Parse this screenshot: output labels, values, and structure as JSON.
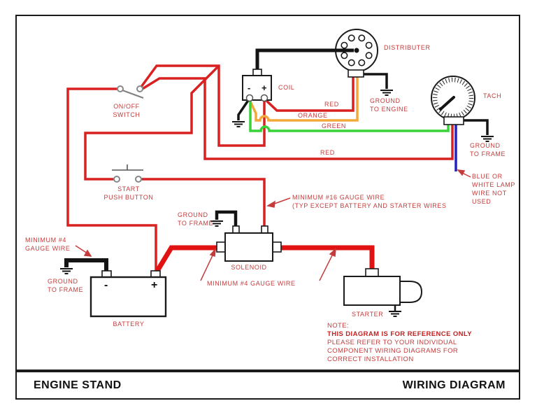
{
  "title_bar": {
    "left": "ENGINE STAND",
    "right": "WIRING DIAGRAM"
  },
  "colors": {
    "wire_red": "#d92121",
    "wire_orange": "#f2a83a",
    "wire_green": "#37d337",
    "wire_blue": "#2323bb",
    "wire_black": "#141414",
    "label_red": "#c53b3b"
  },
  "labels": {
    "distributor": "DISTRIBUTER",
    "coil": "COIL",
    "tach": "TACH",
    "switch": [
      "ON/OFF",
      "SWITCH"
    ],
    "push_button": [
      "START",
      "PUSH BUTTON"
    ],
    "ground_engine": [
      "GROUND",
      "TO ENGINE"
    ],
    "ground_frame_tach": [
      "GROUND",
      "TO FRAME"
    ],
    "ground_frame_solenoid": [
      "GROUND",
      "TO FRAME"
    ],
    "ground_frame_battery": [
      "GROUND",
      "TO FRAME"
    ],
    "blue_wire_note": [
      "BLUE OR",
      "WHITE LAMP",
      "WIRE NOT",
      "USED"
    ],
    "wire_red_distributor": "RED",
    "wire_orange": "ORANGE",
    "wire_green": "GREEN",
    "wire_red_main": "RED",
    "gauge16": [
      "MINIMUM #16 GAUGE WIRE",
      "(TYP EXCEPT BATTERY AND STARTER WIRES"
    ],
    "gauge4_left": [
      "MINIMUM #4",
      "GAUGE WIRE"
    ],
    "gauge4_bottom": "MINIMUM #4 GAUGE WIRE",
    "solenoid": "SOLENOID",
    "battery": "BATTERY",
    "starter": "STARTER",
    "battery_minus": "-",
    "battery_plus": "+",
    "coil_minus": "-",
    "coil_plus": "+",
    "note": [
      "NOTE:",
      "THIS DIAGRAM IS FOR REFERENCE ONLY",
      "PLEASE REFER TO YOUR INDIVIDUAL",
      "COMPONENT WIRING DIAGRAMS FOR",
      "CORRECT INSTALLATION"
    ]
  }
}
